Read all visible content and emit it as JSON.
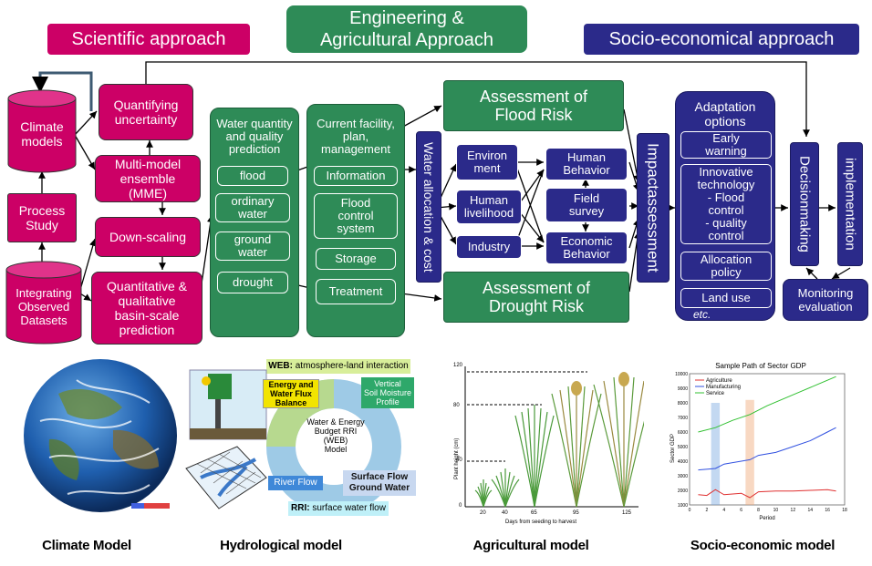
{
  "headers": {
    "scientific": "Scientific approach",
    "engineering_line1": "Engineering &",
    "engineering_line2": "Agricultural Approach",
    "socio": "Socio-economical approach"
  },
  "scientific": {
    "climate_models_l1": "Climate",
    "climate_models_l2": "models",
    "process_study_l1": "Process",
    "process_study_l2": "Study",
    "integrating_l1": "Integrating",
    "integrating_l2": "Observed",
    "integrating_l3": "Datasets",
    "quantifying_l1": "Quantifying",
    "quantifying_l2": "uncertainty",
    "mme_l1": "Multi-model",
    "mme_l2": "ensemble",
    "mme_l3": "(MME)",
    "downscaling": "Down-scaling",
    "quant_l1": "Quantitative &",
    "quant_l2": "qualitative",
    "quant_l3": "basin-scale",
    "quant_l4": "prediction"
  },
  "water_prediction": {
    "title_l1": "Water quantity",
    "title_l2": "and quality",
    "title_l3": "prediction",
    "flood": "flood",
    "ordinary_l1": "ordinary",
    "ordinary_l2": "water",
    "ground_l1": "ground",
    "ground_l2": "water",
    "drought": "drought"
  },
  "facility": {
    "title_l1": "Current facility,",
    "title_l2": "plan,",
    "title_l3": "management",
    "information": "Information",
    "flood_control_l1": "Flood",
    "flood_control_l2": "control",
    "flood_control_l3": "system",
    "storage": "Storage",
    "treatment": "Treatment"
  },
  "water_allocation": "Water allocation & cost",
  "flood_risk_l1": "Assessment of",
  "flood_risk_l2": "Flood Risk",
  "drought_risk_l1": "Assessment of",
  "drought_risk_l2": "Drought Risk",
  "impacts": {
    "environment_l1": "Environ",
    "environment_l2": "ment",
    "livelihood_l1": "Human",
    "livelihood_l2": "livelihood",
    "industry": "Industry",
    "human_behavior_l1": "Human",
    "human_behavior_l2": "Behavior",
    "field_survey_l1": "Field",
    "field_survey_l2": "survey",
    "economic_behavior_l1": "Economic",
    "economic_behavior_l2": "Behavior"
  },
  "impact_assessment_l1": "Impact",
  "impact_assessment_l2": "assessment",
  "adaptation": {
    "title_l1": "Adaptation",
    "title_l2": "options",
    "early_l1": "Early",
    "early_l2": "warning",
    "innov_l1": "Innovative",
    "innov_l2": "technology",
    "innov_l3": "- Flood",
    "innov_l4": "control",
    "innov_l5": "- quality",
    "innov_l6": "control",
    "allocation_l1": "Allocation",
    "allocation_l2": "policy",
    "land_use": "Land use",
    "etc": "etc."
  },
  "decisionmaking": "Decisionmaking",
  "implementation": "implementation",
  "monitoring_l1": "Monitoring",
  "monitoring_l2": "evaluation",
  "web_model": {
    "web_prefix": "WEB:",
    "web_text": " atmosphere-land interaction",
    "energy_l1": "Energy and",
    "energy_l2": "Water Flux",
    "energy_l3": "Balance",
    "vertical_l1": "Vertical",
    "vertical_l2": "Soil Moisture",
    "vertical_l3": "Profile",
    "center_l1": "Water & Energy",
    "center_l2": "Budget RRI",
    "center_l3": "(WEB)",
    "center_l4": "Model",
    "river_flow": "River Flow",
    "surface_l1": "Surface Flow",
    "surface_l2": "Ground Water",
    "rri_prefix": "RRI:",
    "rri_text": " surface water flow"
  },
  "gdp_chart": {
    "title": "Sample Path of Sector GDP",
    "legend": [
      "Agriculture",
      "Manufacturing",
      "Service"
    ],
    "xlabel": "Period",
    "ylabel": "Sector GDP",
    "yticks": [
      "1000",
      "2000",
      "3000",
      "4000",
      "5000",
      "6000",
      "7000",
      "8000",
      "9000",
      "10000"
    ],
    "xticks": [
      "0",
      "2",
      "4",
      "6",
      "8",
      "10",
      "12",
      "14",
      "16",
      "18"
    ]
  },
  "agri_chart": {
    "yticks": [
      "0",
      "40",
      "80",
      "120"
    ],
    "xticks": [
      "20",
      "40",
      "65",
      "95",
      "125"
    ],
    "xlabel": "Days from seeding to harvest",
    "ylabel": "Plant height (cm)"
  },
  "captions": {
    "climate": "Climate Model",
    "hydro": "Hydrological model",
    "agri": "Agricultural model",
    "socio": "Socio-economic model"
  },
  "colors": {
    "magenta": "#cc0066",
    "green": "#2e8b57",
    "navy": "#2b2a8a",
    "agriculture": "#e03030",
    "manufacturing": "#3050e0",
    "service": "#30c030"
  }
}
